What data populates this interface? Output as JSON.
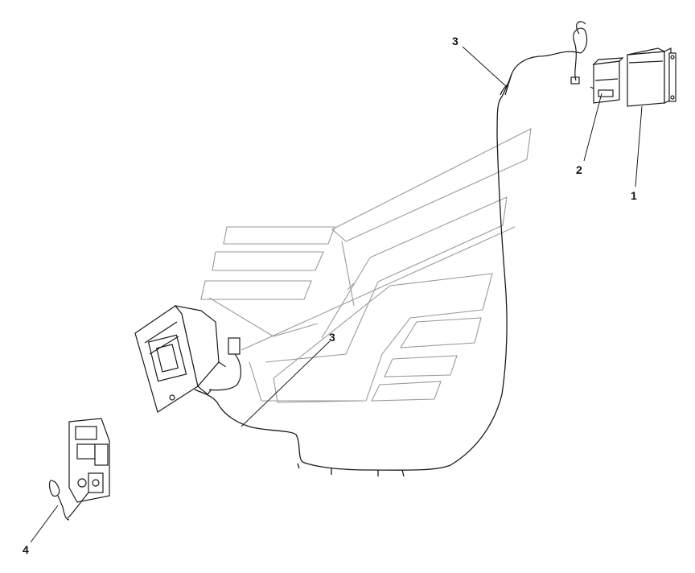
{
  "callouts": [
    {
      "id": "c1",
      "label": "1"
    },
    {
      "id": "c2",
      "label": "2"
    },
    {
      "id": "c3a",
      "label": "3"
    },
    {
      "id": "c3b",
      "label": "3"
    },
    {
      "id": "c4",
      "label": "4"
    }
  ],
  "colors": {
    "background": "#ffffff",
    "line": "#1a1a1a",
    "cab_outline": "#9a9a9a"
  }
}
